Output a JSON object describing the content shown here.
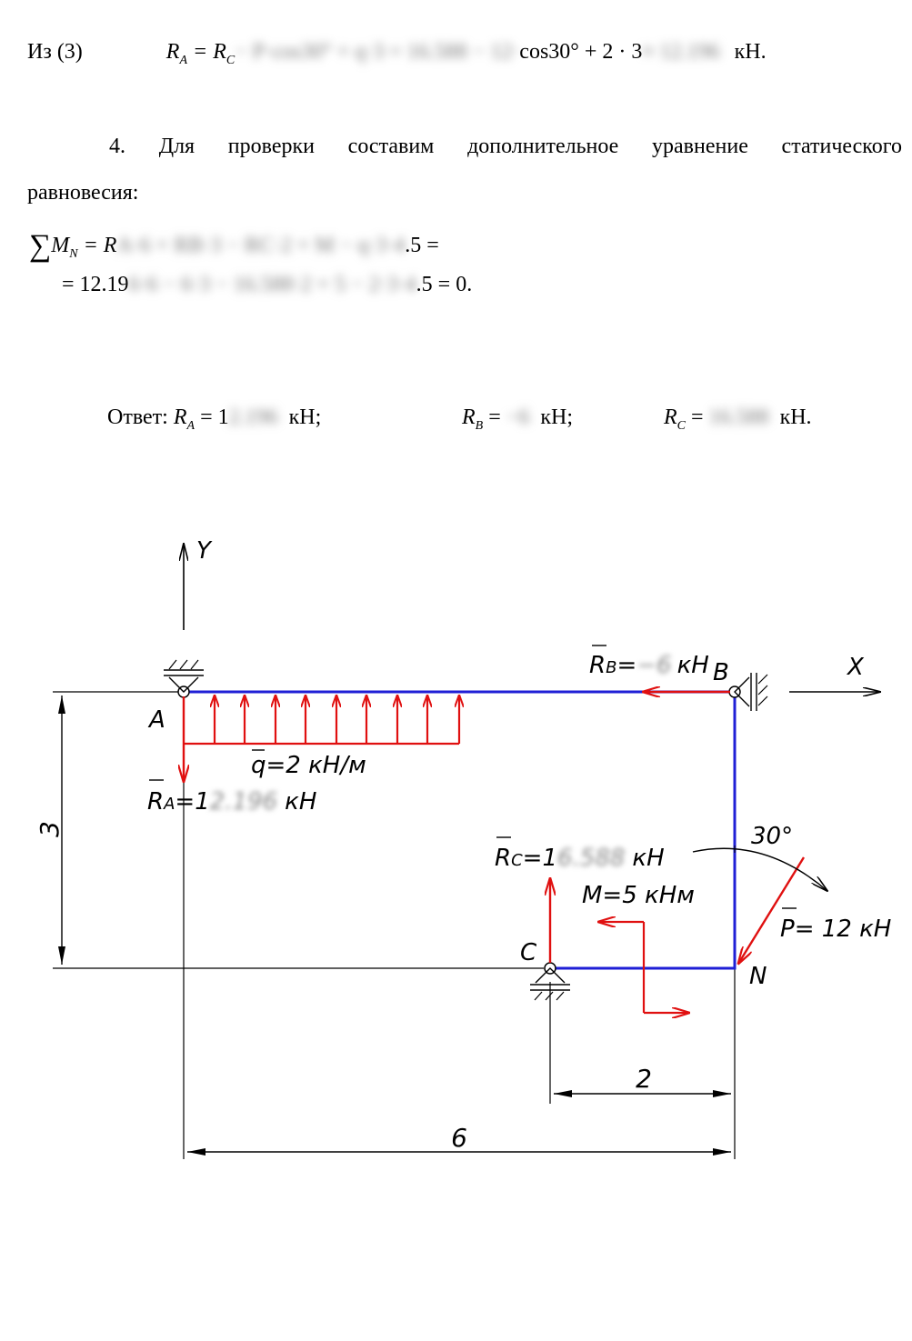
{
  "line1": {
    "prefix": "Из (3)",
    "lhs": "R",
    "lhs_sub": "A",
    "equals": " = R",
    "rhs_sub": "C",
    "blurred_mid": " − P·cos30° + q·3 = 16.588 − 12·",
    "visible_mid": "cos30° + 2 · 3",
    "blurred_end": " ≈ 12.196",
    "unit": "кН."
  },
  "para4": {
    "line_a": "4. Для проверки составим дополнительное уравнение статического",
    "line_b": "равновесия:"
  },
  "moment_eq": {
    "sum": "∑",
    "m": "M",
    "m_sub": "N",
    "eq": " = R",
    "blurred": "A·6 + RB·3 − RC·2 + M − q·3·4",
    "tail": ".5 ="
  },
  "moment_eq2": {
    "start": "= 12.19",
    "blurred": "6·6 − 6·3 − 16.588·2 + 5 − 2·3·4",
    "tail": ".5 = 0."
  },
  "answer": {
    "label": "Ответ:",
    "ra": "R",
    "ra_sub": "A",
    "ra_eq": " = 1",
    "ra_blur": "2.196",
    "ra_unit": "кН;",
    "rb": "R",
    "rb_sub": "B",
    "rb_eq": " =",
    "rb_blur": "−6",
    "rb_unit": "кН;",
    "rc": "R",
    "rc_sub": "C",
    "rc_eq": " =",
    "rc_blur": "16.588",
    "rc_unit": "кН."
  },
  "diagram": {
    "axis_y": "Y",
    "axis_x": "X",
    "point_a": "A",
    "point_b": "B",
    "point_c": "C",
    "point_n": "N",
    "rb_label": "R",
    "rb_label_sub": "B",
    "rb_eq": "=",
    "rb_blur": "−6",
    "rb_unit": "кН",
    "ra_label": "R",
    "ra_label_sub": "A",
    "ra_eq": "=1",
    "ra_blur": "2.196",
    "ra_unit": "кН",
    "rc_label": "R",
    "rc_label_sub": "C",
    "rc_eq": "=1",
    "rc_blur": "6.588",
    "rc_unit": "кН",
    "q_label": "q",
    "q_text": "=2 кН/м",
    "m_label": "M=5 кНм",
    "p_label": "P",
    "p_text": "= 12 кН",
    "angle_label": "30°",
    "dim_3": "3",
    "dim_2": "2",
    "dim_6": "6",
    "colors": {
      "frame": "#1f1fd6",
      "force": "#e01010",
      "line": "#000000"
    }
  }
}
